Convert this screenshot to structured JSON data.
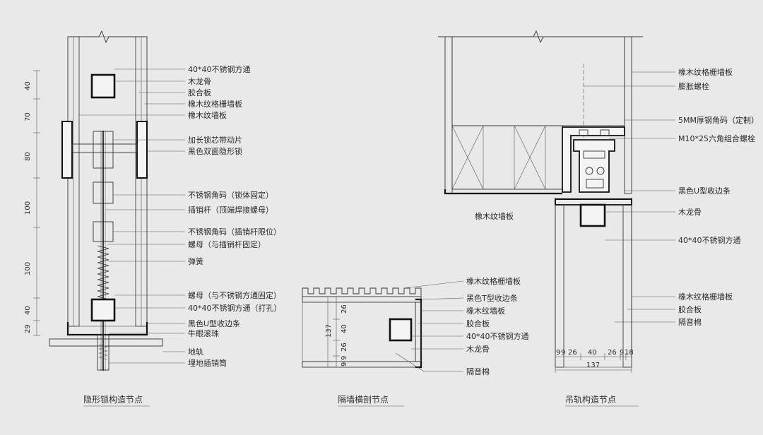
{
  "detail1": {
    "caption": "隐形锁构造节点",
    "labels": [
      "40*40不锈钢方通",
      "木龙骨",
      "胶合板",
      "橡木纹格栅墙板",
      "橡木纹墙板",
      "加长锁芯带动片",
      "黑色双面隐形锁",
      "不锈钢角码（锁体固定）",
      "插销杆（顶端焊接螺母）",
      "不锈钢角码（插销杆限位）",
      "螺母（与插销杆固定）",
      "弹簧",
      "螺母（与不锈钢方通固定）",
      "40*40不锈钢方通（打孔）",
      "黑色U型收边条",
      "牛眼滚珠",
      "地轨",
      "埋地插销筒"
    ],
    "dims": [
      "40",
      "70",
      "80",
      "100",
      "100",
      "40",
      "29"
    ]
  },
  "detail2": {
    "caption": "隔墙横剖节点",
    "labels": [
      "橡木纹格栅墙板",
      "黑色T型收边条",
      "橡木纹墙板",
      "胶合板",
      "40*40不锈钢方通",
      "木龙骨",
      "隔音棉"
    ],
    "dims": [
      "26",
      "40",
      "26",
      "9",
      "9",
      "137"
    ]
  },
  "detail3": {
    "caption": "吊轨构造节点",
    "labels": [
      "橡木纹格栅墙板",
      "膨胀螺栓",
      "5MM厚钢角码（定制）",
      "M10*25六角组合螺栓",
      "黑色U型收边条",
      "木龙骨",
      "40*40不锈钢方通",
      "橡木纹格栅墙板",
      "胶合板",
      "隔音棉"
    ],
    "left_label": "橡木纹墙板",
    "dims": [
      "9",
      "9",
      "26",
      "40",
      "26",
      "9",
      "18"
    ],
    "total": "137"
  }
}
